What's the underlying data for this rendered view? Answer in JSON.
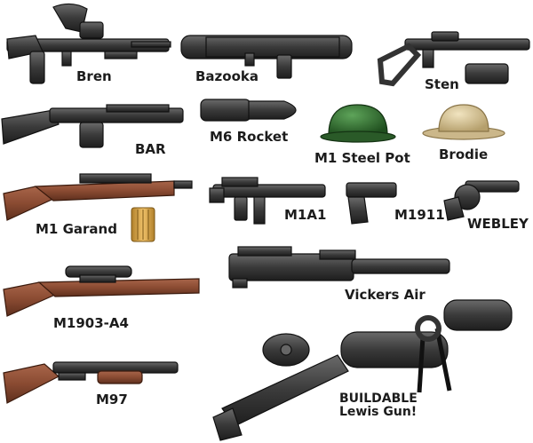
{
  "items": {
    "bren": "Bren",
    "bazooka": "Bazooka",
    "sten": "Sten",
    "bar": "BAR",
    "m6_rocket": "M6 Rocket",
    "m1_steel_pot": "M1 Steel Pot",
    "brodie": "Brodie",
    "m1_garand": "M1 Garand",
    "m1a1": "M1A1",
    "m1911": "M1911",
    "webley": "WEBLEY",
    "vickers_air": "Vickers Air",
    "m1903_a4": "M1903-A4",
    "m97": "M97",
    "lewis_gun_line1": "BUILDABLE",
    "lewis_gun_line2": "Lewis Gun!"
  },
  "colors": {
    "black_weapon": "#3a3a3a",
    "brown_stock": "#8a4b32",
    "green_helmet": "#2f6a2d",
    "tan_helmet": "#d8c69a",
    "clip_gold": "#d7a64c"
  }
}
